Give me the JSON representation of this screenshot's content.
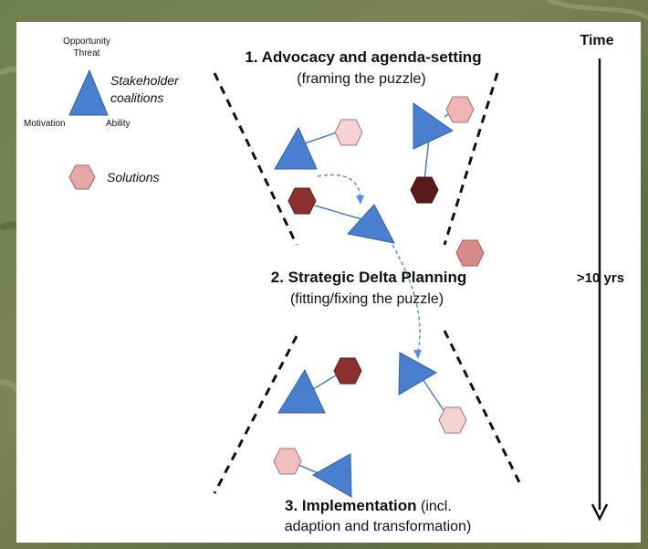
{
  "legend": {
    "opportunity": "Opportunity",
    "threat": "Threat",
    "motivation": "Motivation",
    "ability": "Ability",
    "stakeholder_line1": "Stakeholder",
    "stakeholder_line2": "coalitions",
    "solutions": "Solutions"
  },
  "stages": {
    "s1_title": "1. Advocacy and agenda-setting",
    "s1_sub": "(framing the puzzle)",
    "s2_title": "2. Strategic Delta Planning",
    "s2_sub": "(fitting/fixing the puzzle)",
    "s3_title": "3. Implementation",
    "s3_title_rest": "(incl.",
    "s3_sub": "adaption and transformation)"
  },
  "time_axis": {
    "label": "Time",
    "duration": ">10 yrs"
  },
  "colors": {
    "triangle": "#4a7fd0",
    "hex_light": "#f3d3d3",
    "hex_mid": "#d78a8a",
    "hex_dark": "#8b2f2f",
    "hex_darkest": "#5b1a1a",
    "arrow_dashed": "#5b8fd8"
  }
}
